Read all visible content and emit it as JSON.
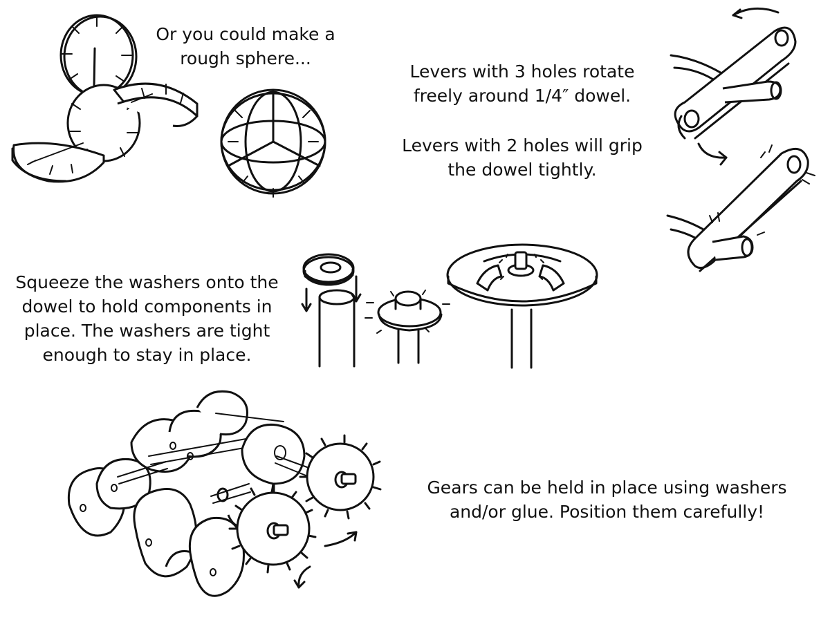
{
  "captions": {
    "sphere": [
      "Or you could make a",
      "rough sphere..."
    ],
    "levers_three_holes": [
      "Levers with 3 holes rotate",
      "freely around 1/4″ dowel."
    ],
    "levers_two_holes": [
      "Levers with 2 holes will grip",
      "the dowel tightly."
    ],
    "washers": [
      "Squeeze the washers onto the",
      "dowel to hold components in",
      "place. The washers are tight",
      "enough to stay in place."
    ],
    "gears": [
      "Gears can be held in place using washers",
      "and/or glue. Position them carefully!"
    ]
  },
  "colors": {
    "ink": "#111111",
    "paper": "#ffffff"
  },
  "icons": [
    "rotate-arrow-icon",
    "motion-arrow-icon"
  ]
}
